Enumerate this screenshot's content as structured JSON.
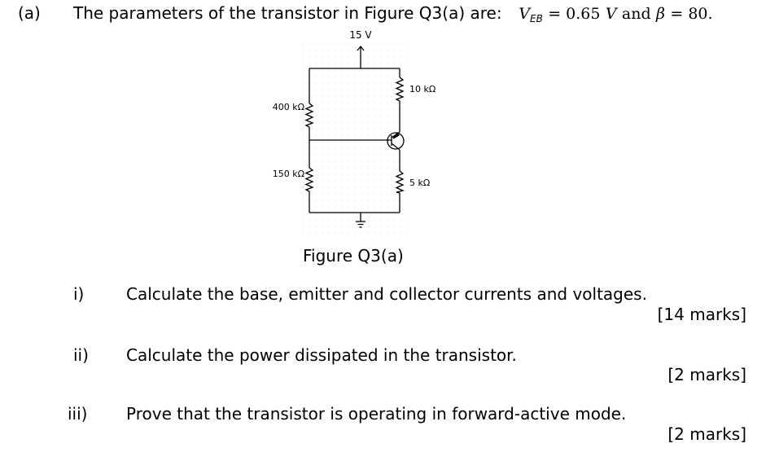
{
  "question": {
    "label": "(a)",
    "intro": "The parameters of the transistor in Figure Q3(a) are:",
    "veb_symbol": "V",
    "veb_sub": "EB",
    "veb_value": "= 0.65",
    "veb_unit": "V",
    "and_word": "and",
    "beta_symbol": "β",
    "beta_value": "= 80."
  },
  "figure": {
    "supply_label": "15 V",
    "r_top_left": "400 kΩ",
    "r_bottom_left": "150 kΩ",
    "r_top_right": "10 kΩ",
    "r_bottom_right": "5 kΩ",
    "caption": "Figure Q3(a)"
  },
  "parts": [
    {
      "num": "i)",
      "text": "Calculate the base, emitter and collector currents and voltages.",
      "marks": "[14 marks]"
    },
    {
      "num": "ii)",
      "text": "Calculate the power dissipated in the transistor.",
      "marks": "[2 marks]"
    },
    {
      "num": "iii)",
      "text": "Prove that the transistor is operating in forward-active mode.",
      "marks": "[2 marks]"
    }
  ]
}
